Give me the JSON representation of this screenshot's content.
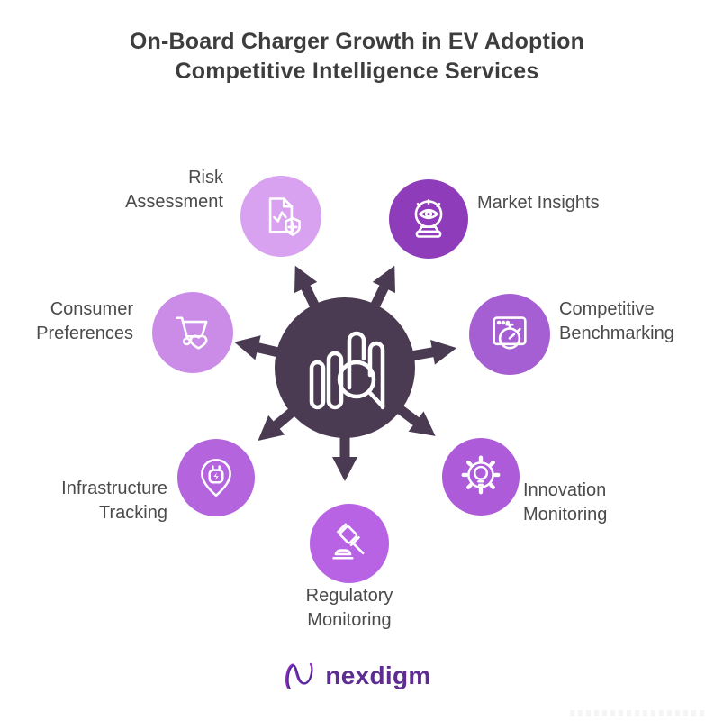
{
  "title": {
    "line1": "On-Board Charger Growth in EV Adoption",
    "line2": "Competitive Intelligence Services"
  },
  "hub": {
    "color": "#4a3a52",
    "icon": "bar-chart-magnifier-icon"
  },
  "nodes": [
    {
      "id": "risk-assessment",
      "lines": [
        "Risk",
        "Assessment"
      ],
      "icon": "document-shield-plus-icon",
      "color": "#d9a2f0"
    },
    {
      "id": "market-insights",
      "lines": [
        "Market Insights"
      ],
      "icon": "crystal-ball-eye-icon",
      "color": "#8e3cba"
    },
    {
      "id": "consumer-preferences",
      "lines": [
        "Consumer",
        "Preferences"
      ],
      "icon": "cart-heart-icon",
      "color": "#cb8ce8"
    },
    {
      "id": "competitive-benchmarking",
      "lines": [
        "Competitive",
        "Benchmarking"
      ],
      "icon": "browser-stopwatch-icon",
      "color": "#a55fd2"
    },
    {
      "id": "infrastructure-tracking",
      "lines": [
        "Infrastructure",
        "Tracking"
      ],
      "icon": "ev-charger-pin-icon",
      "color": "#b465de"
    },
    {
      "id": "innovation-monitoring",
      "lines": [
        "Innovation",
        "Monitoring"
      ],
      "icon": "gear-lightbulb-icon",
      "color": "#ad5bd8"
    },
    {
      "id": "regulatory-monitoring",
      "lines": [
        "Regulatory",
        "Monitoring"
      ],
      "icon": "gavel-icon",
      "color": "#b763e3"
    }
  ],
  "footer": {
    "brand": "nexdigm",
    "brand_color": "#5e2d91"
  }
}
